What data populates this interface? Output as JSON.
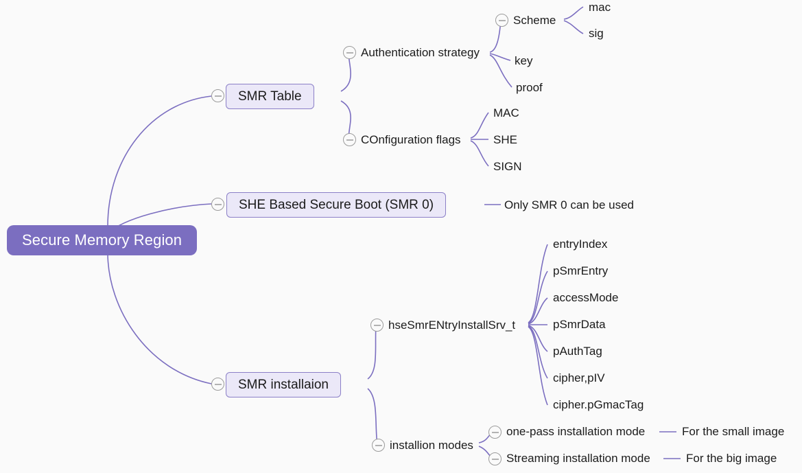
{
  "diagram": {
    "type": "mind-map",
    "background_color": "#fafafa",
    "edge_color": "#7b6ec0",
    "root_fill": "#7b6ec0",
    "root_text_color": "#ffffff",
    "box_fill": "#ebe8f8",
    "box_border": "#8b7fc7",
    "text_color": "#1b1b1b",
    "toggle_icon": "collapse-minus-icon"
  },
  "root": {
    "label": "Secure Memory Region"
  },
  "branches": [
    {
      "id": "smr-table",
      "label": "SMR Table",
      "children": [
        {
          "id": "authentication-strategy",
          "label": "Authentication strategy",
          "children": [
            {
              "id": "scheme",
              "label": "Scheme",
              "children": [
                {
                  "id": "mac",
                  "label": "mac"
                },
                {
                  "id": "sig",
                  "label": "sig"
                }
              ]
            },
            {
              "id": "key",
              "label": "key"
            },
            {
              "id": "proof",
              "label": "proof"
            }
          ]
        },
        {
          "id": "configuration-flags",
          "label": "COnfiguration flags",
          "children": [
            {
              "id": "flag-mac",
              "label": "MAC"
            },
            {
              "id": "flag-she",
              "label": "SHE"
            },
            {
              "id": "flag-sign",
              "label": "SIGN"
            }
          ]
        }
      ]
    },
    {
      "id": "she-based-secure-boot",
      "label": "SHE Based Secure Boot (SMR 0)",
      "children": [
        {
          "id": "only-smr0",
          "label": "Only SMR 0 can be used"
        }
      ]
    },
    {
      "id": "smr-installaion",
      "label": "SMR installaion",
      "children": [
        {
          "id": "hse-smr-entry-install-srv-t",
          "label": "hseSmrENtryInstallSrv_t",
          "children": [
            {
              "id": "entry-index",
              "label": "entryIndex"
            },
            {
              "id": "p-smr-entry",
              "label": "pSmrEntry"
            },
            {
              "id": "access-mode",
              "label": "accessMode"
            },
            {
              "id": "p-smr-data",
              "label": "pSmrData"
            },
            {
              "id": "p-auth-tag",
              "label": "pAuthTag"
            },
            {
              "id": "cipher-piv",
              "label": "cipher,pIV"
            },
            {
              "id": "cipher-pgmactag",
              "label": "cipher.pGmacTag"
            }
          ]
        },
        {
          "id": "installion-modes",
          "label": "installion modes",
          "children": [
            {
              "id": "one-pass-installation-mode",
              "label": "one-pass installation mode",
              "children": [
                {
                  "id": "for-small-image",
                  "label": "For the small image"
                }
              ]
            },
            {
              "id": "streaming-installation-mode",
              "label": "Streaming installation mode",
              "children": [
                {
                  "id": "for-big-image",
                  "label": "For the big image"
                }
              ]
            }
          ]
        }
      ]
    }
  ]
}
